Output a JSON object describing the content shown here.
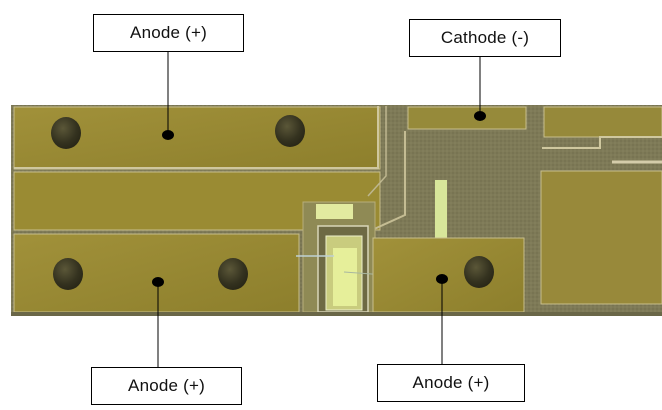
{
  "labels": {
    "top_left": "Anode (+)",
    "top_right": "Cathode (-)",
    "bottom_left": "Anode (+)",
    "bottom_right": "Anode (+)"
  },
  "colors": {
    "anode_pad": "#98892f",
    "anode_pad_light": "#a8983a",
    "cathode_region": "#7f7b58",
    "gap_trace": "#c7c09a",
    "bond_ball": "#3c3a26",
    "marker_dot": "#000000",
    "chip_highlight": "#e6ef9a"
  }
}
